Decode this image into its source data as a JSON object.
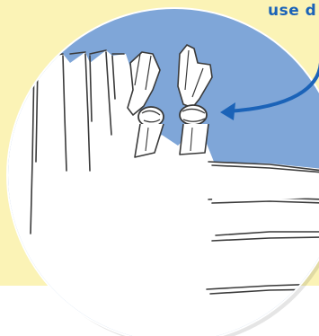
{
  "callout": {
    "text": "use d"
  },
  "colors": {
    "background": "#fbf3b6",
    "circle_fill": "#7fa6d8",
    "callout_text": "#1b63b8",
    "arrow": "#1b63b8",
    "fabric": "#ffffff",
    "sketch_lines": "#3a3a3a"
  },
  "illustration": {
    "subject": "fabric-strips-knotted",
    "knot_count": 2
  }
}
